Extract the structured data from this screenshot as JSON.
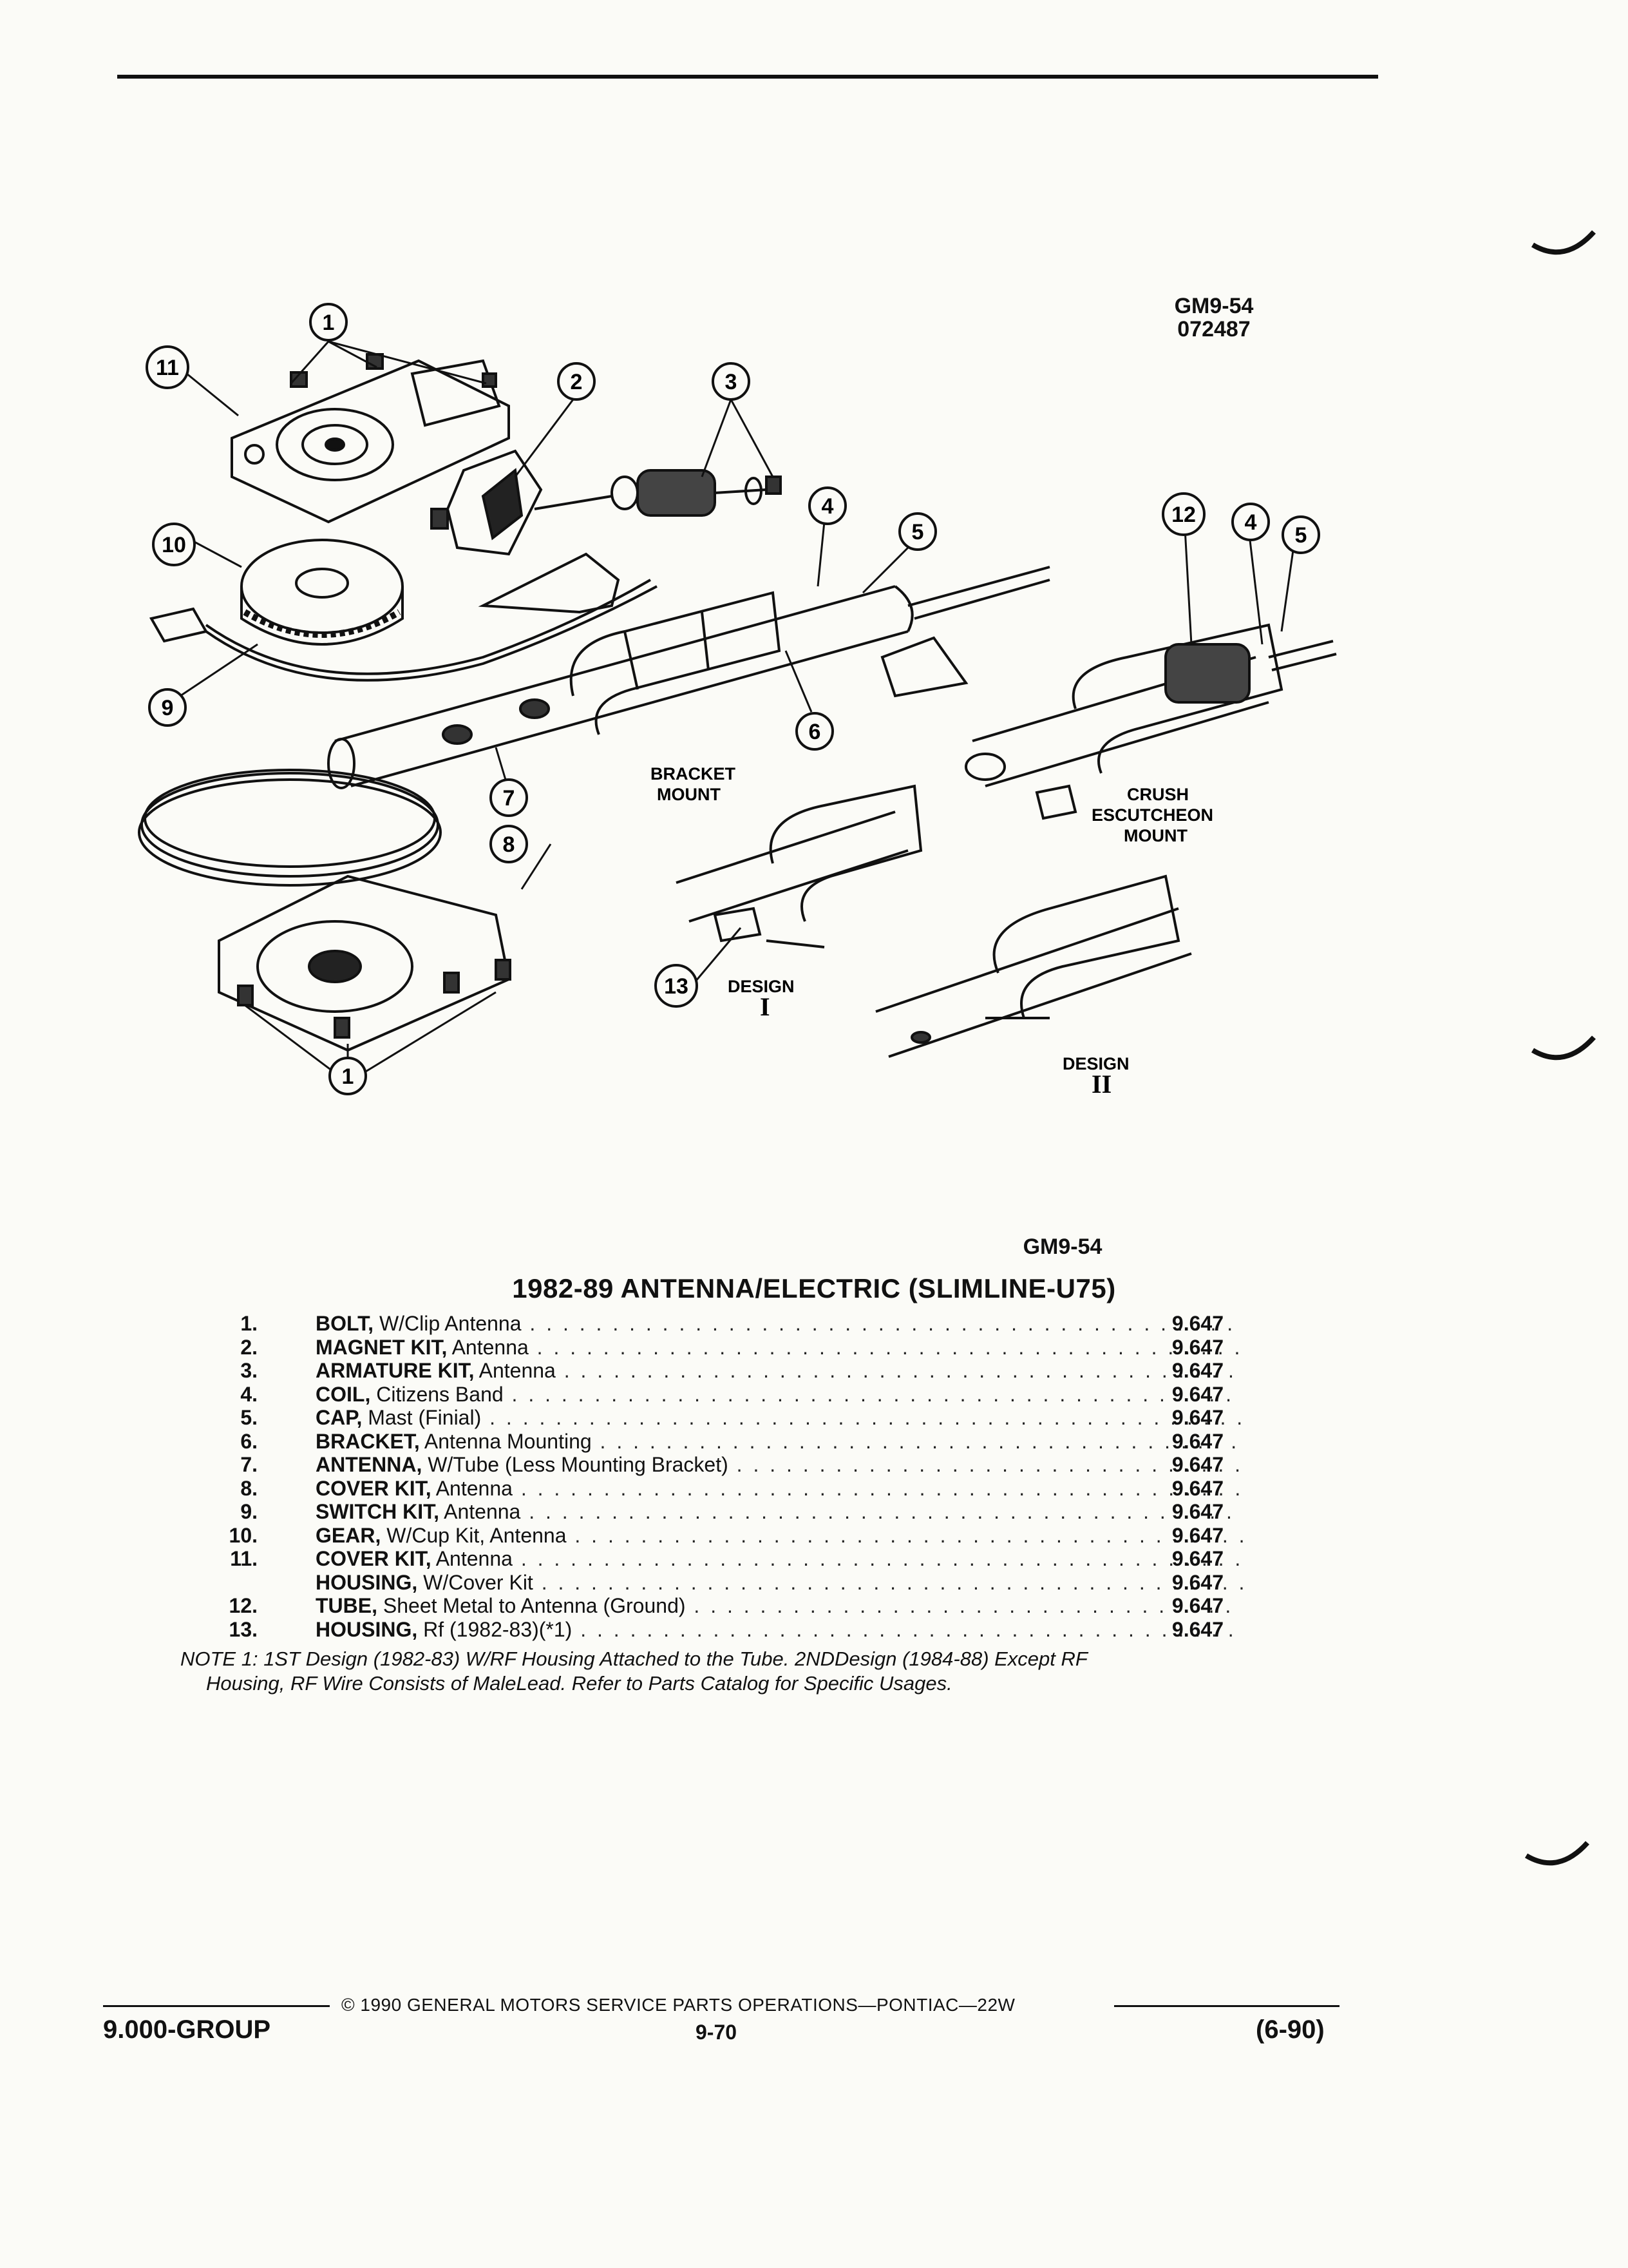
{
  "figure": {
    "ref_code": "GM9-54",
    "ref_date": "072487",
    "caption_code": "GM9-54",
    "callouts": [
      "1",
      "2",
      "3",
      "4",
      "5",
      "6",
      "7",
      "8",
      "9",
      "10",
      "11",
      "12",
      "4",
      "5",
      "13",
      "1"
    ],
    "labels": {
      "bracket_mount": [
        "BRACKET",
        "MOUNT"
      ],
      "crush_mount": [
        "CRUSH",
        "ESCUTCHEON",
        "MOUNT"
      ],
      "design_1": [
        "DESIGN",
        "I"
      ],
      "design_2": [
        "DESIGN",
        "II"
      ]
    }
  },
  "section_title": "1982-89 ANTENNA/ELECTRIC (SLIMLINE-U75)",
  "parts": [
    {
      "num": "1.",
      "name": "BOLT,",
      "desc": " W/Clip Antenna",
      "code": "9.647"
    },
    {
      "num": "2.",
      "name": "MAGNET KIT,",
      "desc": " Antenna",
      "code": "9.647"
    },
    {
      "num": "3.",
      "name": "ARMATURE KIT,",
      "desc": " Antenna",
      "code": "9.647"
    },
    {
      "num": "4.",
      "name": "COIL,",
      "desc": " Citizens Band",
      "code": "9.647"
    },
    {
      "num": "5.",
      "name": "CAP,",
      "desc": " Mast (Finial)",
      "code": "9.647"
    },
    {
      "num": "6.",
      "name": "BRACKET,",
      "desc": " Antenna Mounting",
      "code": "9.647"
    },
    {
      "num": "7.",
      "name": "ANTENNA,",
      "desc": " W/Tube (Less Mounting Bracket)",
      "code": "9.647"
    },
    {
      "num": "8.",
      "name": "COVER KIT,",
      "desc": " Antenna",
      "code": "9.647"
    },
    {
      "num": "9.",
      "name": "SWITCH KIT,",
      "desc": " Antenna",
      "code": "9.647"
    },
    {
      "num": "10.",
      "name": "GEAR,",
      "desc": " W/Cup Kit, Antenna",
      "code": "9.647"
    },
    {
      "num": "11.",
      "name": "COVER KIT,",
      "desc": " Antenna",
      "code": "9.647"
    },
    {
      "num": "",
      "name": "HOUSING,",
      "desc": " W/Cover Kit",
      "code": "9.647"
    },
    {
      "num": "12.",
      "name": "TUBE,",
      "desc": " Sheet Metal to Antenna (Ground)",
      "code": "9.647"
    },
    {
      "num": "13.",
      "name": "HOUSING,",
      "desc": " Rf (1982-83)(*1)",
      "code": "9.647"
    }
  ],
  "note": {
    "line1": "NOTE 1: 1ST Design (1982-83) W/RF Housing Attached to the Tube. 2NDDesign (1984-88) Except RF",
    "line2": "Housing, RF Wire Consists of MaleLead. Refer to Parts Catalog for Specific Usages."
  },
  "footer": {
    "copyright": "© 1990 GENERAL MOTORS SERVICE PARTS OPERATIONS—PONTIAC—22W",
    "group": "9.000-GROUP",
    "page": "9-70",
    "edition": "(6-90)"
  }
}
